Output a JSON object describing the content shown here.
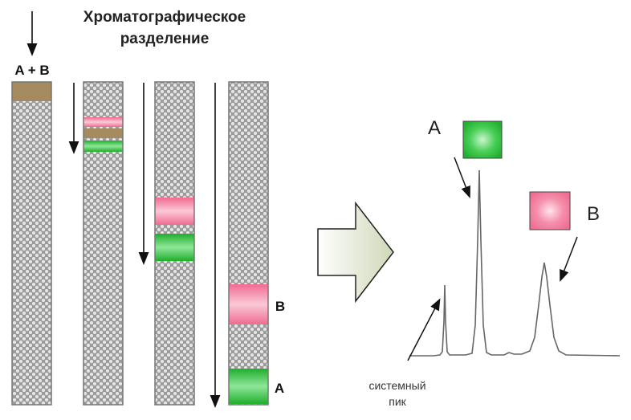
{
  "title": {
    "line1": "Хроматографическое",
    "line2": "разделение"
  },
  "injection_label": "A + B",
  "column_labels": {
    "band_b": "B",
    "band_a": "A"
  },
  "chromatogram": {
    "peak_a_label": "A",
    "peak_b_label": "B",
    "system_peak_line1": "системный",
    "system_peak_line2": "пик"
  },
  "colors": {
    "sample_mix": "#a58a5f",
    "component_a": "#2fbf3a",
    "component_b": "#f07a98",
    "packing": "#b8b8b8",
    "arrow_fill": "#e6ecd6"
  },
  "column_states": [
    {
      "stage": 1,
      "bands": [
        "A+B"
      ]
    },
    {
      "stage": 2,
      "bands": [
        "B",
        "A+B",
        "A"
      ]
    },
    {
      "stage": 3,
      "bands": [
        "B",
        "A"
      ]
    },
    {
      "stage": 4,
      "bands": [
        "B",
        "A"
      ]
    }
  ]
}
